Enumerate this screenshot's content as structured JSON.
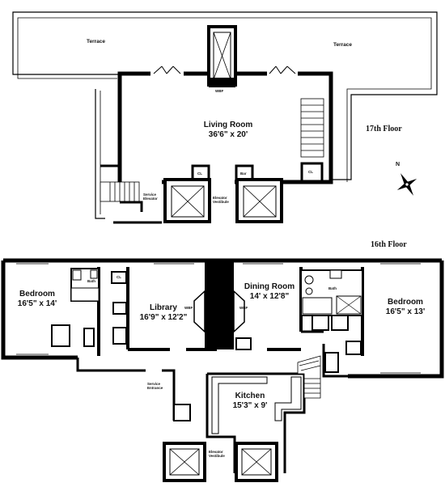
{
  "upper_floor": {
    "label": "17th Floor",
    "terrace_left": "Terrace",
    "terrace_right": "Terrace",
    "living_room": {
      "name": "Living Room",
      "dims": "36'6\" x 20'"
    },
    "wbf": "WBF",
    "cl_left": "CL",
    "cl_right": "CL",
    "bar": "Bar",
    "service_elevator": "Service Elevator",
    "elevator_vestibule": "Elevator Vestibule",
    "compass_north": "N"
  },
  "lower_floor": {
    "label": "16th Floor",
    "bedroom_left": {
      "name": "Bedroom",
      "dims": "16'5\" x 14'"
    },
    "library": {
      "name": "Library",
      "dims": "16'9\" x 12'2\""
    },
    "dining_room": {
      "name": "Dining Room",
      "dims": "14' x 12'8\""
    },
    "bedroom_right": {
      "name": "Bedroom",
      "dims": "16'5\" x 13'"
    },
    "kitchen": {
      "name": "Kitchen",
      "dims": "15'3\" x 9'"
    },
    "bath_left": "Bath",
    "bath_right": "Bath",
    "wbf_library": "WBF",
    "wbf_dining": "WBF",
    "cl": "CL",
    "service_entrance": "Service Entrance",
    "elevator_vestibule": "Elevator Vestibule"
  }
}
